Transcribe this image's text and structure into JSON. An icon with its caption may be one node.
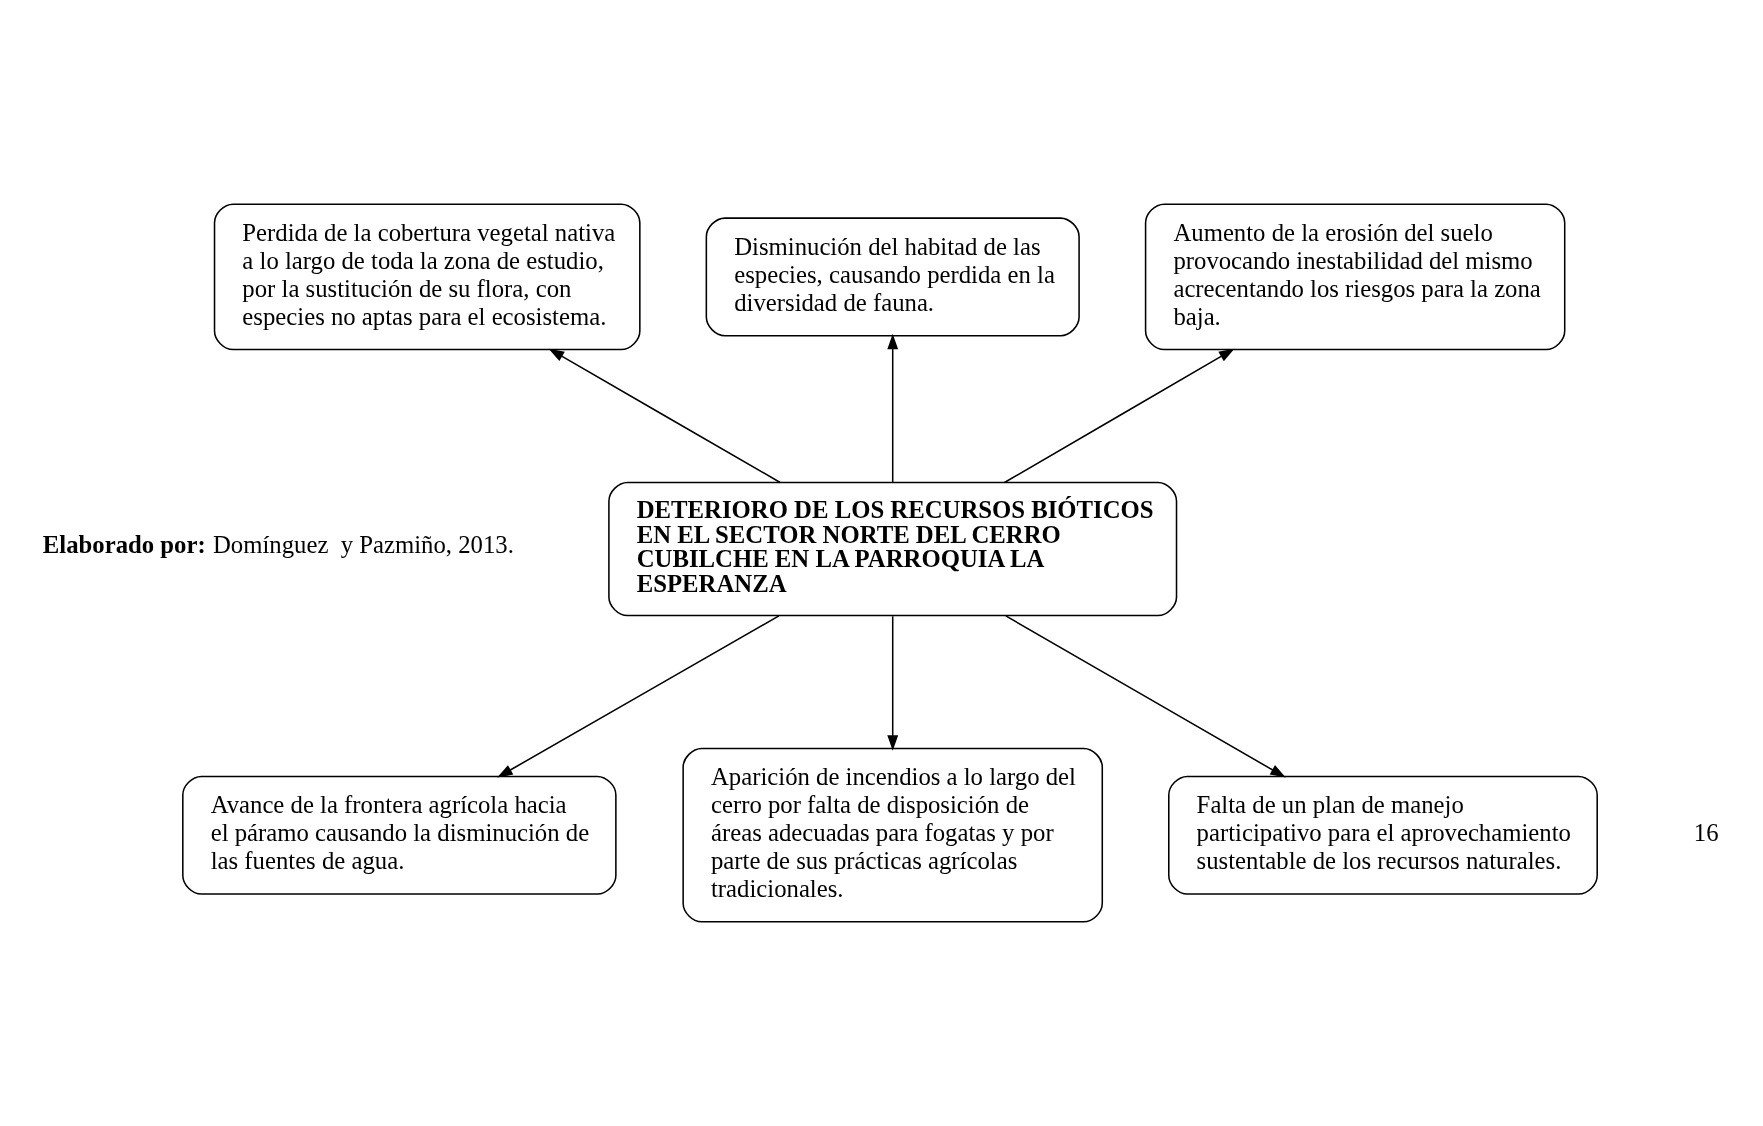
{
  "diagram": {
    "nodes": [
      {
        "text": [
          "Perdida de la cobertura vegetal nativa a lo largo de toda la zona de estudio, por la sustitución de su flora, con especies no aptas para el ecosistema."
        ]
      },
      {
        "text": [
          "Disminución del habitad de las especies, causando perdida en la diversidad de fauna."
        ]
      },
      {
        "text": [
          "Aumento de la erosión del suelo provocando inestabilidad del mismo acrecentando los riesgos para la zona baja."
        ]
      },
      {
        "text": [
          "DETERIORO DE LOS RECURSOS BIÓTICOS EN EL SECTOR NORTE DEL CERRO CUBILCHE EN LA PARROQUIA LA ESPERANZA"
        ]
      },
      {
        "text": [
          "Avance de la frontera agrícola hacia el páramo causando la disminución de las fuentes de agua."
        ]
      },
      {
        "text": [
          "Aparición de incendios a lo largo del cerro por falta de disposición de áreas adecuadas para fogatas y por parte de sus prácticas agrícolas tradicionales."
        ]
      },
      {
        "text": [
          "Falta de un plan de manejo participativo para el aprovechamiento sustentable de los recursos naturales."
        ]
      }
    ],
    "edges": [
      {
        "from": 3,
        "to": 0,
        "arrow": "to"
      },
      {
        "from": 3,
        "to": 1,
        "arrow": "to"
      },
      {
        "from": 3,
        "to": 2,
        "arrow": "to"
      },
      {
        "from": 3,
        "to": 4,
        "arrow": "to"
      },
      {
        "from": 3,
        "to": 5,
        "arrow": "to"
      },
      {
        "from": 3,
        "to": 6,
        "arrow": "to"
      }
    ],
    "labels": [
      "**Elaborado por:** Domínguez  y Pazmiño, 2013.",
      "16"
    ]
  }
}
